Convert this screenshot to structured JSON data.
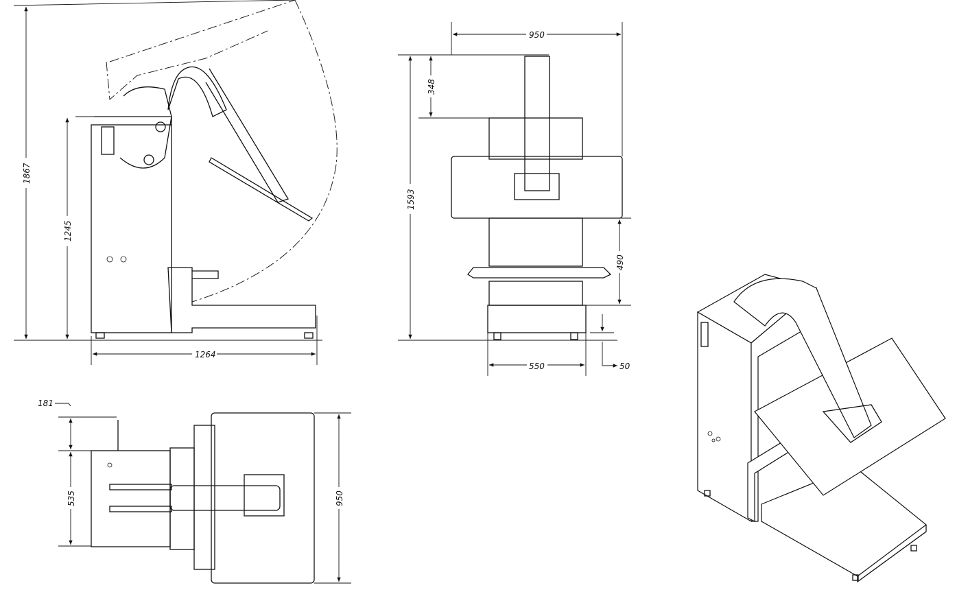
{
  "side_view": {
    "total_height": "1867",
    "frame_height": "1245",
    "depth": "1264"
  },
  "front_view": {
    "width": "950",
    "arm_height": "348",
    "height_to_table": "1593",
    "table_to_base": "490",
    "base_width": "550",
    "foot_height": "50"
  },
  "top_view": {
    "cable_offset": "181",
    "frame_depth": "535",
    "table_width": "950"
  }
}
